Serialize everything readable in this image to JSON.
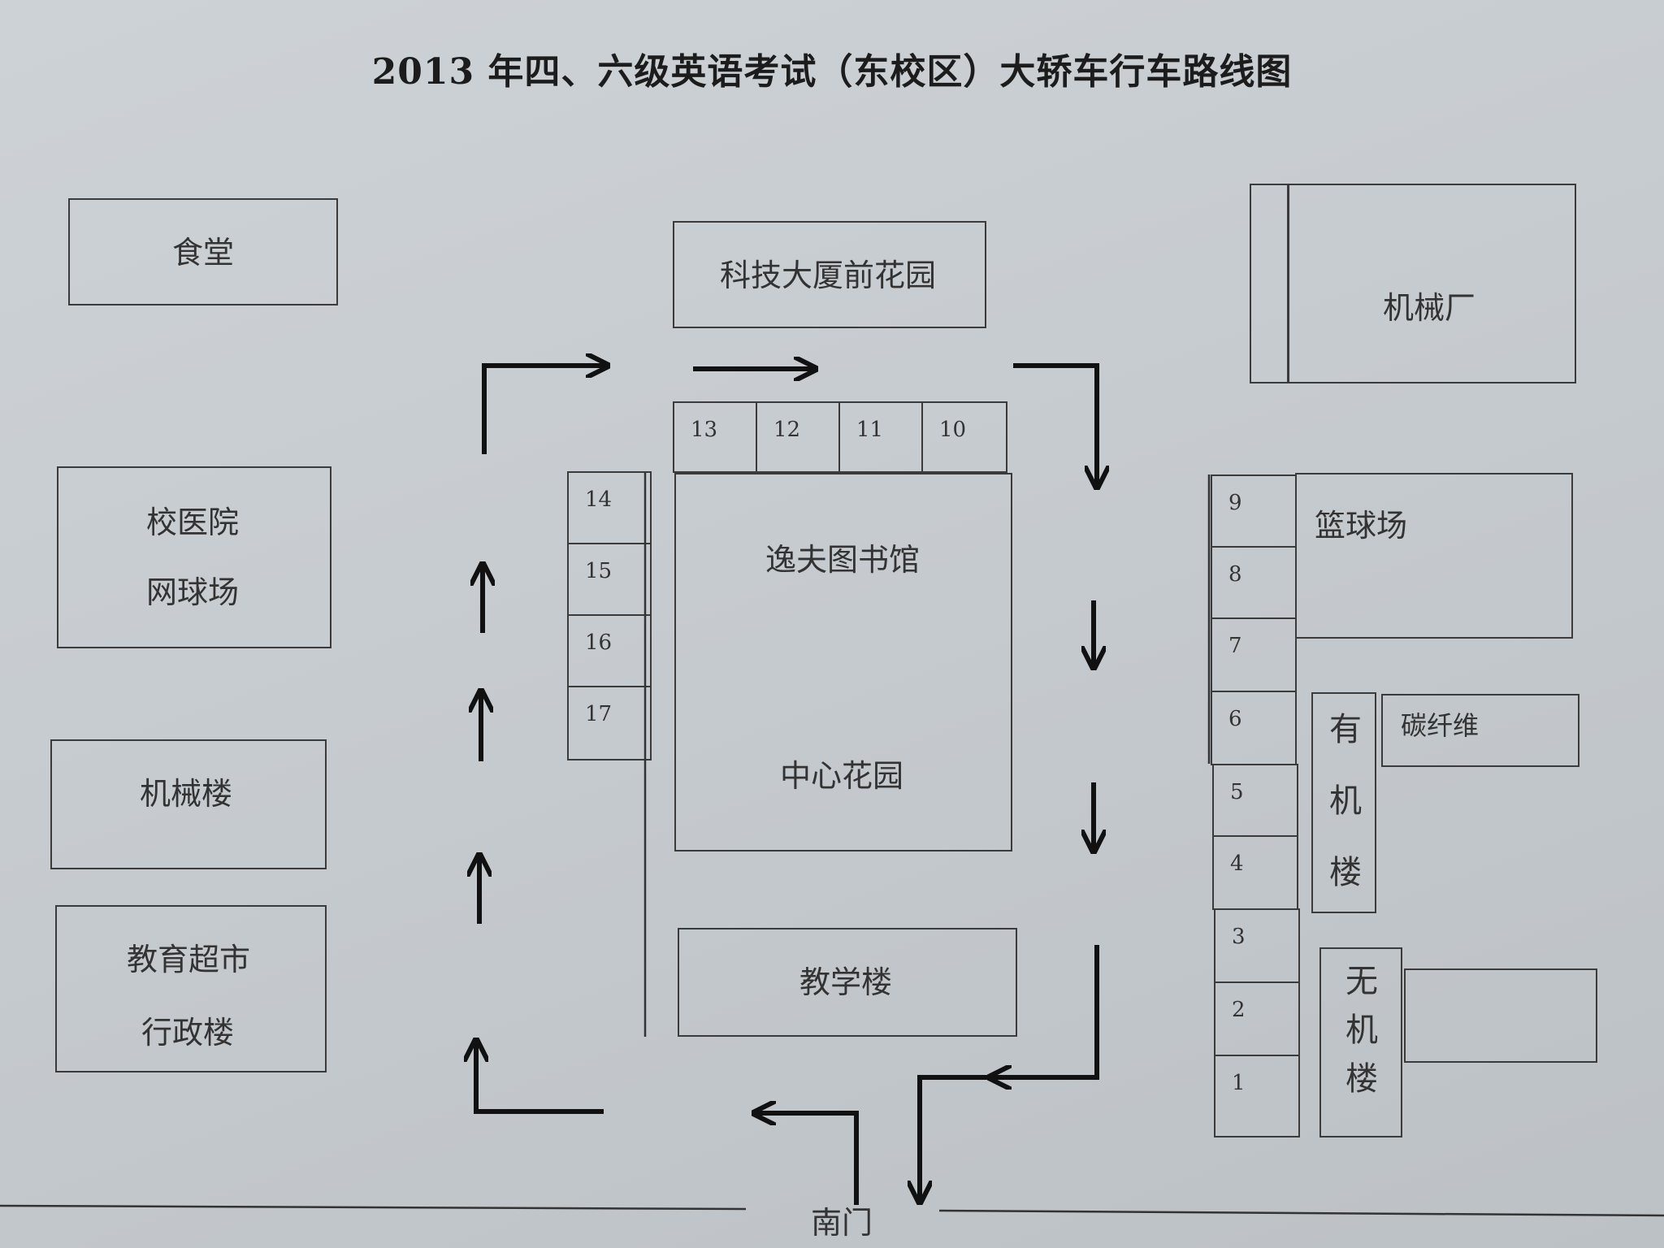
{
  "title": "2013 年四、六级英语考试（东校区）大轿车行车路线图",
  "buildings": {
    "canteen": "食堂",
    "tech_garden": "科技大厦前花园",
    "machinery_factory": "机械厂",
    "hospital": "校医院",
    "tennis": "网球场",
    "mech_building": "机械楼",
    "supermarket": "教育超市",
    "admin": "行政楼",
    "library": "逸夫图书馆",
    "central_garden": "中心花园",
    "teaching": "教学楼",
    "basketball": "篮球场",
    "carbon_fiber": "碳纤维",
    "organic": [
      "有",
      "机",
      "楼"
    ],
    "inorganic": [
      "无",
      "机",
      "楼"
    ],
    "south_gate": "南门"
  },
  "slots": {
    "top": [
      "13",
      "12",
      "11",
      "10"
    ],
    "left": [
      "14",
      "15",
      "16",
      "17"
    ],
    "right": [
      "9",
      "8",
      "7",
      "6",
      "5",
      "4",
      "3",
      "2",
      "1"
    ]
  }
}
